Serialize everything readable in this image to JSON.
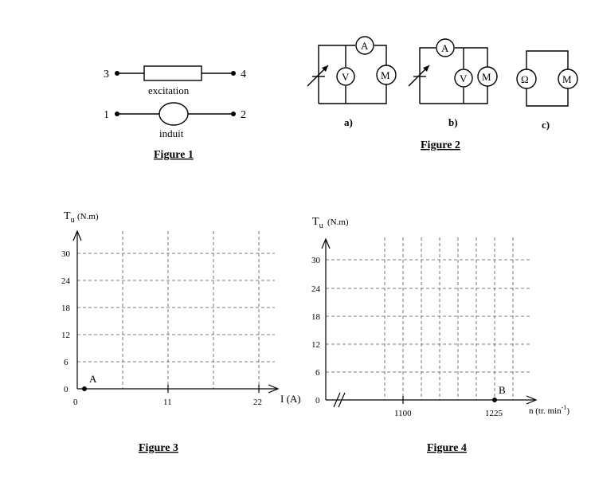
{
  "figure1": {
    "caption": "Figure 1",
    "terminals": [
      "3",
      "4",
      "1",
      "2"
    ],
    "excitation_label": "excitation",
    "induit_label": "induit"
  },
  "figure2": {
    "caption": "Figure 2",
    "circuits": [
      {
        "label": "a)",
        "ammeter": "A",
        "voltmeter": "V",
        "motor": "M"
      },
      {
        "label": "b)",
        "ammeter": "A",
        "voltmeter": "V",
        "motor": "M"
      },
      {
        "label": "c)",
        "ohmmeter": "Ω",
        "motor": "M"
      }
    ]
  },
  "figure3": {
    "caption": "Figure 3",
    "ylabel_main": "T",
    "ylabel_sub": "u",
    "ylabel_unit": "(N.m)",
    "xlabel": "I (A)",
    "yticks": [
      "0",
      "6",
      "12",
      "18",
      "24",
      "30"
    ],
    "xticks": [
      "0",
      "11",
      "22"
    ],
    "point_label": "A"
  },
  "figure4": {
    "caption": "Figure 4",
    "ylabel_main": "T",
    "ylabel_sub": "u",
    "ylabel_unit": "(N.m)",
    "xlabel": "n (tr. min",
    "xlabel_exp": "-1",
    "xlabel_close": ")",
    "yticks": [
      "0",
      "6",
      "12",
      "18",
      "24",
      "30"
    ],
    "xticks": [
      "1100",
      "1225"
    ],
    "point_label": "B"
  }
}
